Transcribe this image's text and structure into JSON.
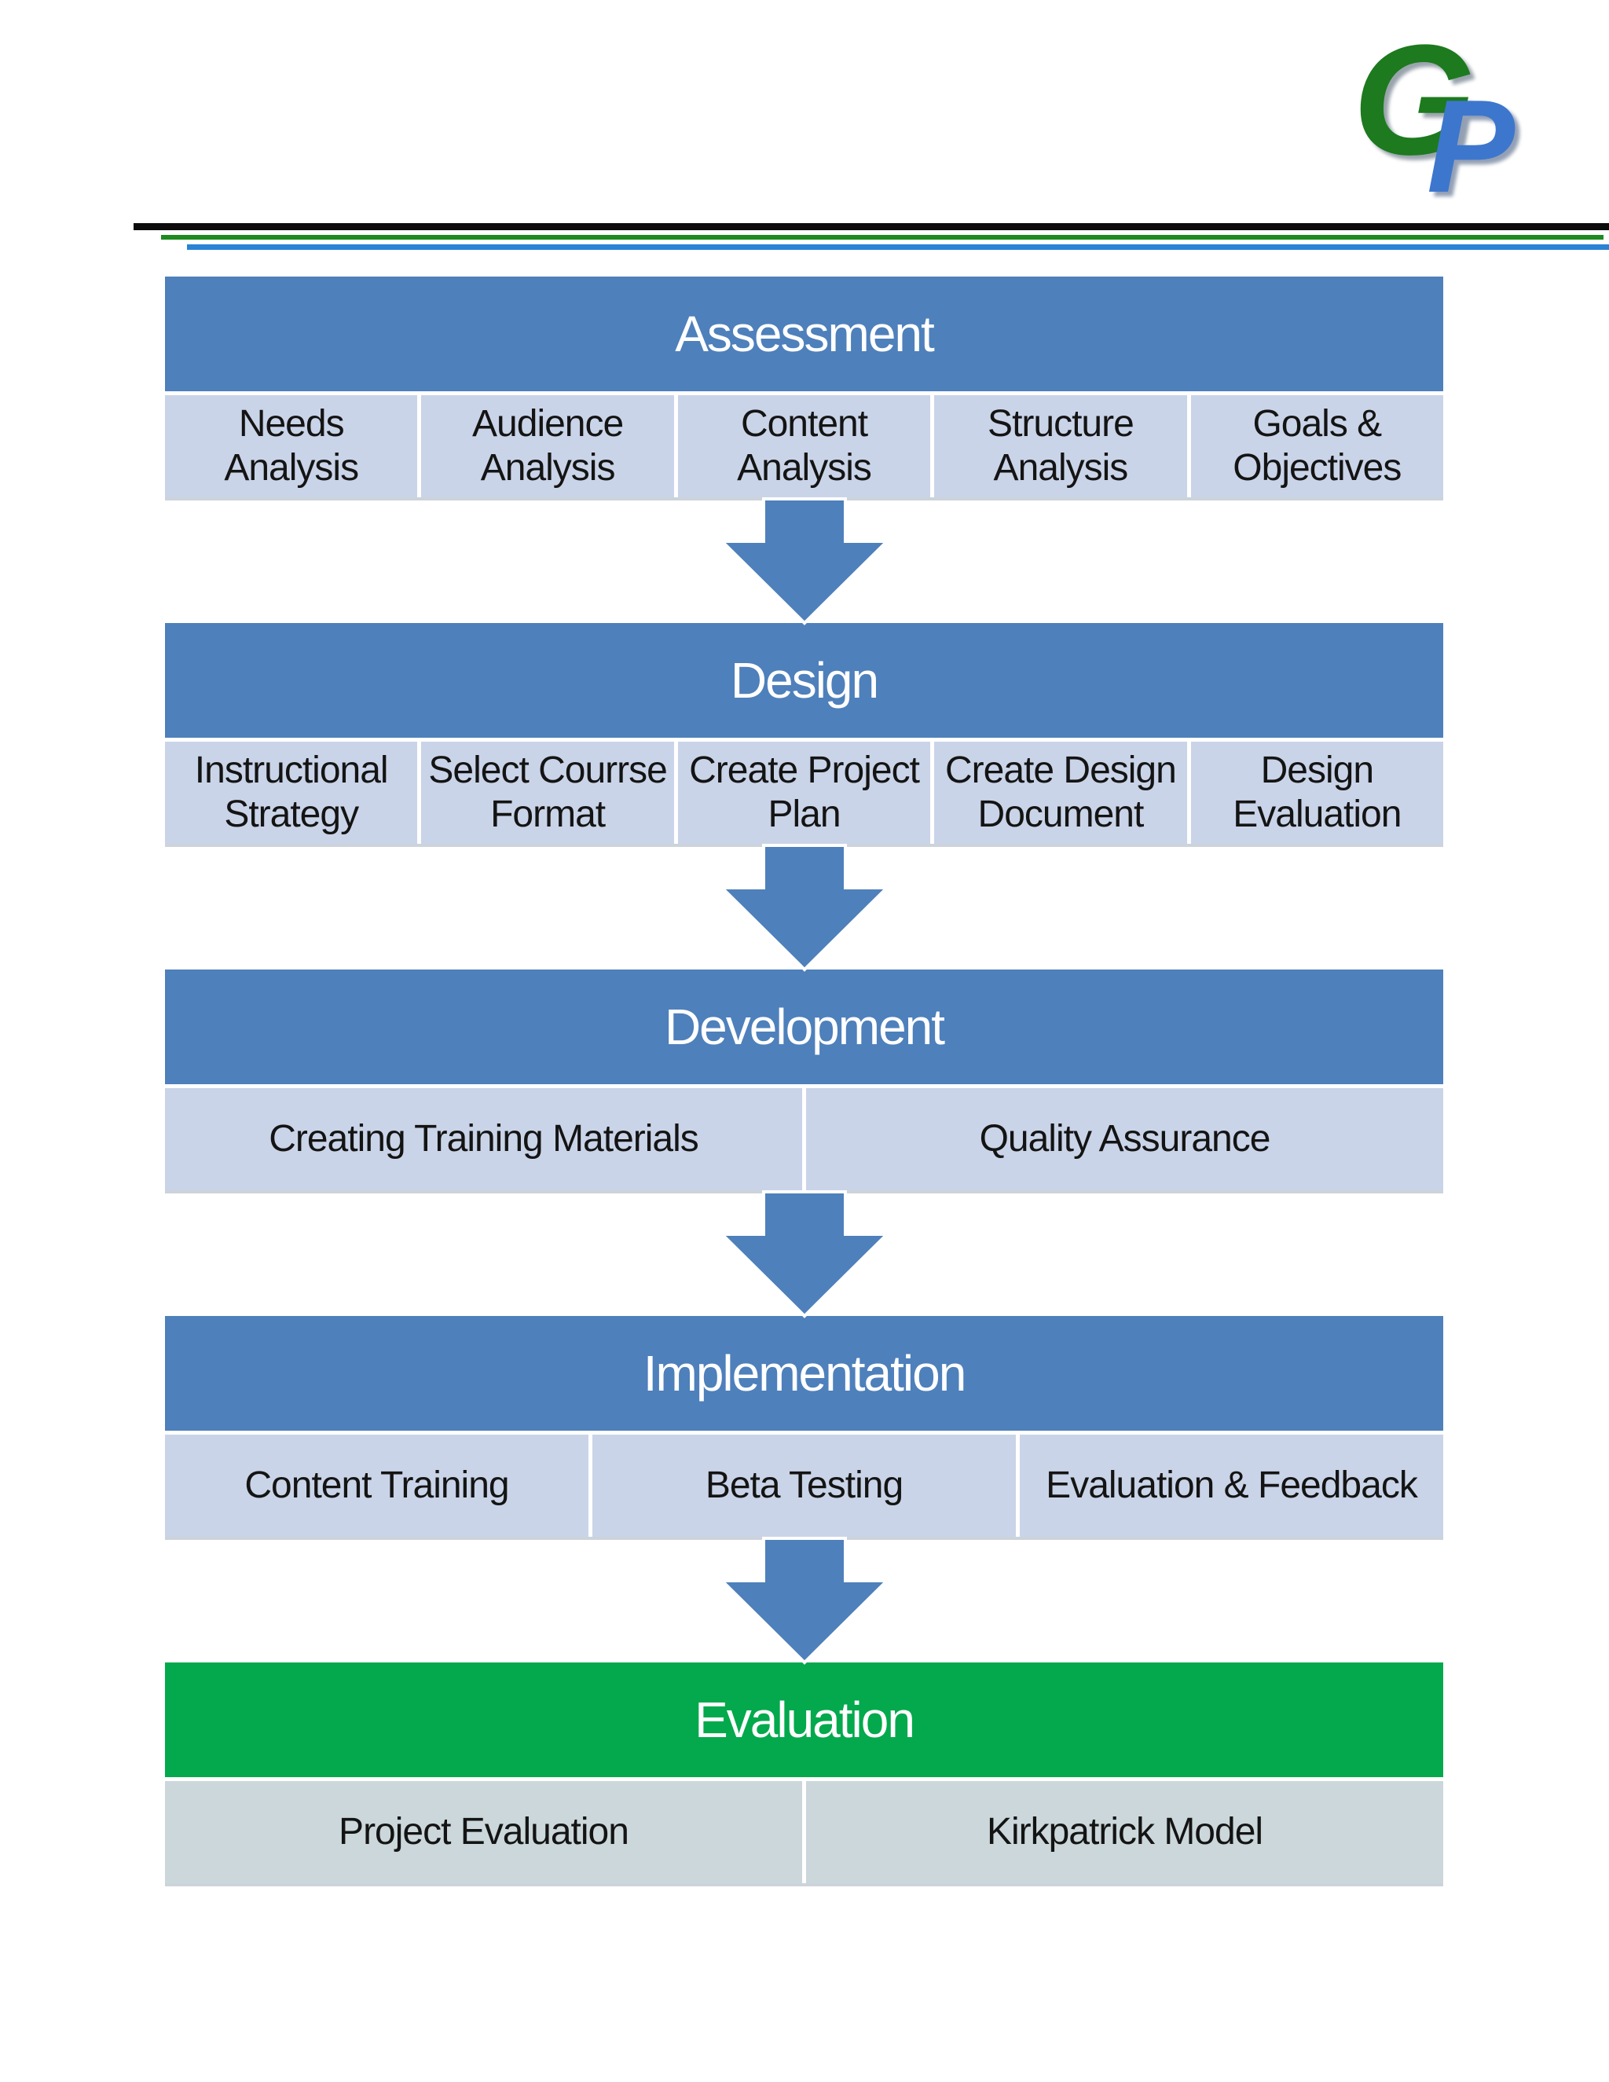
{
  "logo": {
    "g": "G",
    "p": "P",
    "g_color": "#1d7a1e",
    "p_color": "#3d76cd"
  },
  "divider_lines": [
    {
      "name": "black",
      "color": "#0c0c0c"
    },
    {
      "name": "green",
      "color": "#1d8b1f"
    },
    {
      "name": "blue",
      "color": "#2a83d4"
    }
  ],
  "arrow_color": "#4e80bb",
  "sections": [
    {
      "title": "Assessment",
      "header_color": "#4e80bb",
      "cell_color": "#cad4e8",
      "items": [
        "Needs\nAnalysis",
        "Audience\nAnalysis",
        "Content\nAnalysis",
        "Structure\nAnalysis",
        "Goals &\nObjectives"
      ]
    },
    {
      "title": "Design",
      "header_color": "#4e80bb",
      "cell_color": "#cad4e8",
      "items": [
        "Instructional\nStrategy",
        "Select Courrse\nFormat",
        "Create Project\nPlan",
        "Create Design\nDocument",
        "Design\nEvaluation"
      ]
    },
    {
      "title": "Development",
      "header_color": "#4e80bb",
      "cell_color": "#cad4e8",
      "items": [
        "Creating Training Materials",
        "Quality Assurance"
      ]
    },
    {
      "title": "Implementation",
      "header_color": "#4e80bb",
      "cell_color": "#cad4e8",
      "items": [
        "Content Training",
        "Beta Testing",
        "Evaluation & Feedback"
      ]
    },
    {
      "title": "Evaluation",
      "header_color": "#03a94c",
      "cell_color": "#cbd7da",
      "items": [
        "Project Evaluation",
        "Kirkpatrick Model"
      ]
    }
  ]
}
